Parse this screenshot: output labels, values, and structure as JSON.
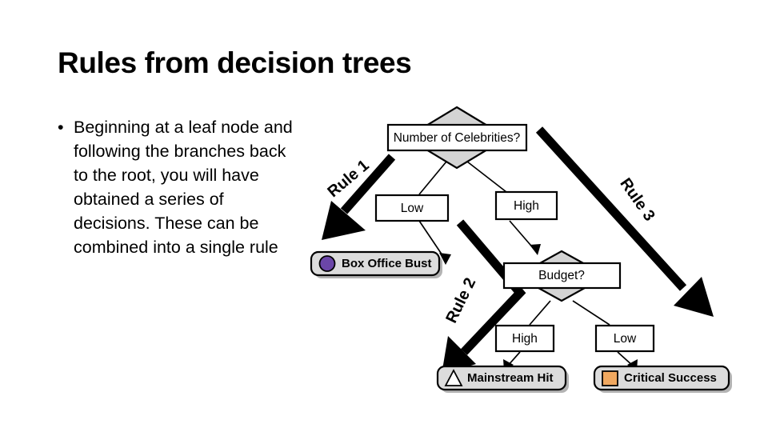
{
  "slide": {
    "title": "Rules from decision trees",
    "bullets": [
      {
        "marker": "•",
        "text": "Beginning at a leaf node and following the branches back to the root, you will have obtained a series of decisions. These can be combined into a single rule"
      }
    ]
  },
  "diagram": {
    "name": "decision-tree-diagram",
    "decision_nodes": [
      {
        "id": "root",
        "label": "Number of Celebrities?"
      },
      {
        "id": "budget",
        "label": "Budget?"
      }
    ],
    "branch_labels": [
      {
        "id": "root-low",
        "label": "Low"
      },
      {
        "id": "root-high",
        "label": "High"
      },
      {
        "id": "budget-high",
        "label": "High"
      },
      {
        "id": "budget-low",
        "label": "Low"
      }
    ],
    "leaf_nodes": [
      {
        "id": "box-office-bust",
        "label": "Box Office Bust",
        "icon": "purple-circle-icon",
        "color": "#6B46A8"
      },
      {
        "id": "mainstream-hit",
        "label": "Mainstream Hit",
        "icon": "white-triangle-icon",
        "color": "#FFFFFF"
      },
      {
        "id": "critical-success",
        "label": "Critical Success",
        "icon": "orange-square-icon",
        "color": "#F0A860"
      }
    ],
    "rule_arrows": [
      {
        "id": "rule-1",
        "label": "Rule 1"
      },
      {
        "id": "rule-2",
        "label": "Rule 2"
      },
      {
        "id": "rule-3",
        "label": "Rule 3"
      }
    ],
    "colors": {
      "diamond_fill": "#D4D4D4",
      "leaf_fill": "#DCDCDC",
      "box_fill": "#FFFFFF",
      "stroke": "#000000",
      "purple": "#6B46A8",
      "orange": "#F0A860"
    }
  }
}
